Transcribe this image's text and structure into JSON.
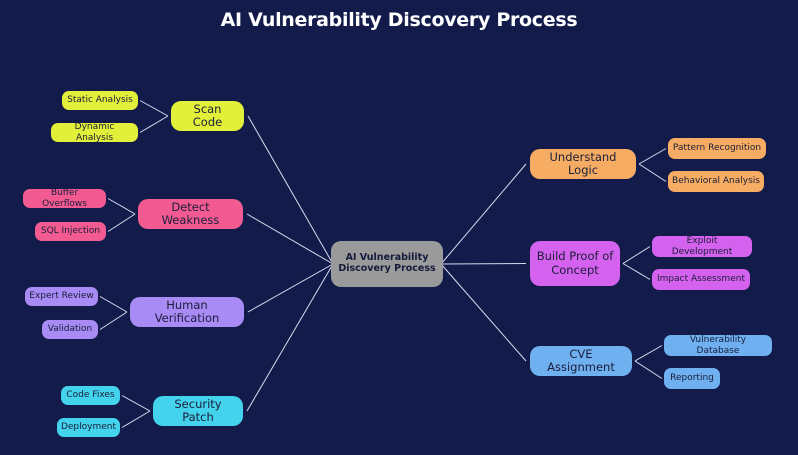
{
  "title": "AI Vulnerability Discovery Process",
  "colors": {
    "background": "#131b4a",
    "link": "#d7dcef",
    "root": "#9a9a9a",
    "scan": "#e3f03a",
    "detect": "#f25b92",
    "human": "#a98bf5",
    "patch": "#44d3ec",
    "understand": "#f6ad63",
    "poc": "#d562ee",
    "cve": "#6fb0f1"
  },
  "mindmap": {
    "root": {
      "label": "AI Vulnerability Discovery Process"
    },
    "branches": [
      {
        "id": "scan",
        "label": "Scan Code",
        "side": "left",
        "children": [
          "Static Analysis",
          "Dynamic Analysis"
        ]
      },
      {
        "id": "detect",
        "label": "Detect Weakness",
        "side": "left",
        "children": [
          "Buffer Overflows",
          "SQL Injection"
        ]
      },
      {
        "id": "human",
        "label": "Human Verification",
        "side": "left",
        "children": [
          "Expert Review",
          "Validation"
        ]
      },
      {
        "id": "patch",
        "label": "Security Patch",
        "side": "left",
        "children": [
          "Code Fixes",
          "Deployment"
        ]
      },
      {
        "id": "understand",
        "label": "Understand Logic",
        "side": "right",
        "children": [
          "Pattern Recognition",
          "Behavioral Analysis"
        ]
      },
      {
        "id": "poc",
        "label": "Build Proof of Concept",
        "side": "right",
        "children": [
          "Exploit Development",
          "Impact Assessment"
        ]
      },
      {
        "id": "cve",
        "label": "CVE Assignment",
        "side": "right",
        "children": [
          "Vulnerability Database",
          "Reporting"
        ]
      }
    ]
  }
}
